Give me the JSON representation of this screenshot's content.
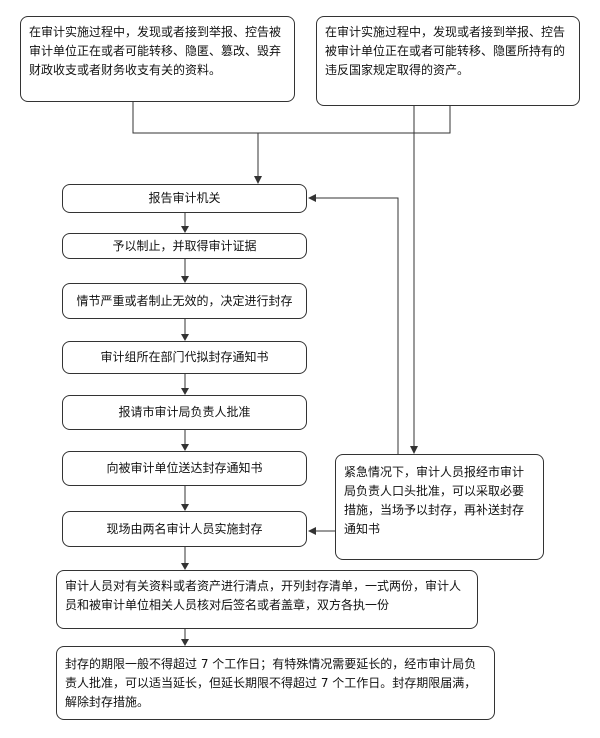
{
  "top_left_note": "在审计实施过程中，发现或者接到举报、控告被审计单位正在或者可能转移、隐匿、篡改、毁弃财政收支或者财务收支有关的资料。",
  "top_right_note": "在审计实施过程中，发现或者接到举报、控告被审计单位正在或者可能转移、隐匿所持有的违反国家规定取得的资产。",
  "steps": [
    "报告审计机关",
    "予以制止，并取得审计证据",
    "情节严重或者制止无效的，决定进行封存",
    "审计组所在部门代拟封存通知书",
    "报请市审计局负责人批准",
    "向被审计单位送达封存通知书",
    "现场由两名审计人员实施封存"
  ],
  "emergency_note": "紧急情况下，审计人员报经市审计局负责人口头批准，可以采取必要措施，当场予以封存，再补送封存通知书",
  "inventory_note": "审计人员对有关资料或者资产进行清点，开列封存清单，一式两份，审计人员和被审计单位相关人员核对后签名或者盖章，双方各执一份",
  "time_limit_note": "封存的期限一般不得超过 7 个工作日；有特殊情况需要延长的，经市审计局负责人批准，可以适当延长，但延长期限不得超过 7 个工作日。封存期限届满，解除封存措施。"
}
